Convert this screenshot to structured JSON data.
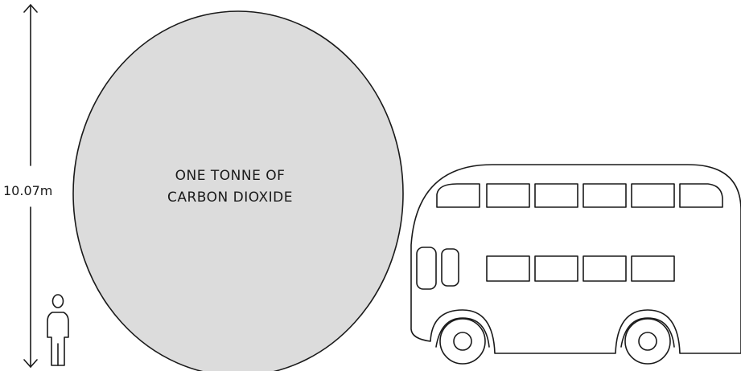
{
  "measurement": {
    "height_label": "10.07m"
  },
  "balloon": {
    "label_line1": "ONE TONNE OF",
    "label_line2": "CARBON DIOXIDE",
    "fill_color": "#dcdcdc"
  },
  "colors": {
    "stroke": "#1a1a1a",
    "background": "#ffffff"
  },
  "figures": {
    "person_icon": "person-icon",
    "bus_icon": "double-decker-bus-icon",
    "arrow_icon": "vertical-double-arrow-icon"
  }
}
